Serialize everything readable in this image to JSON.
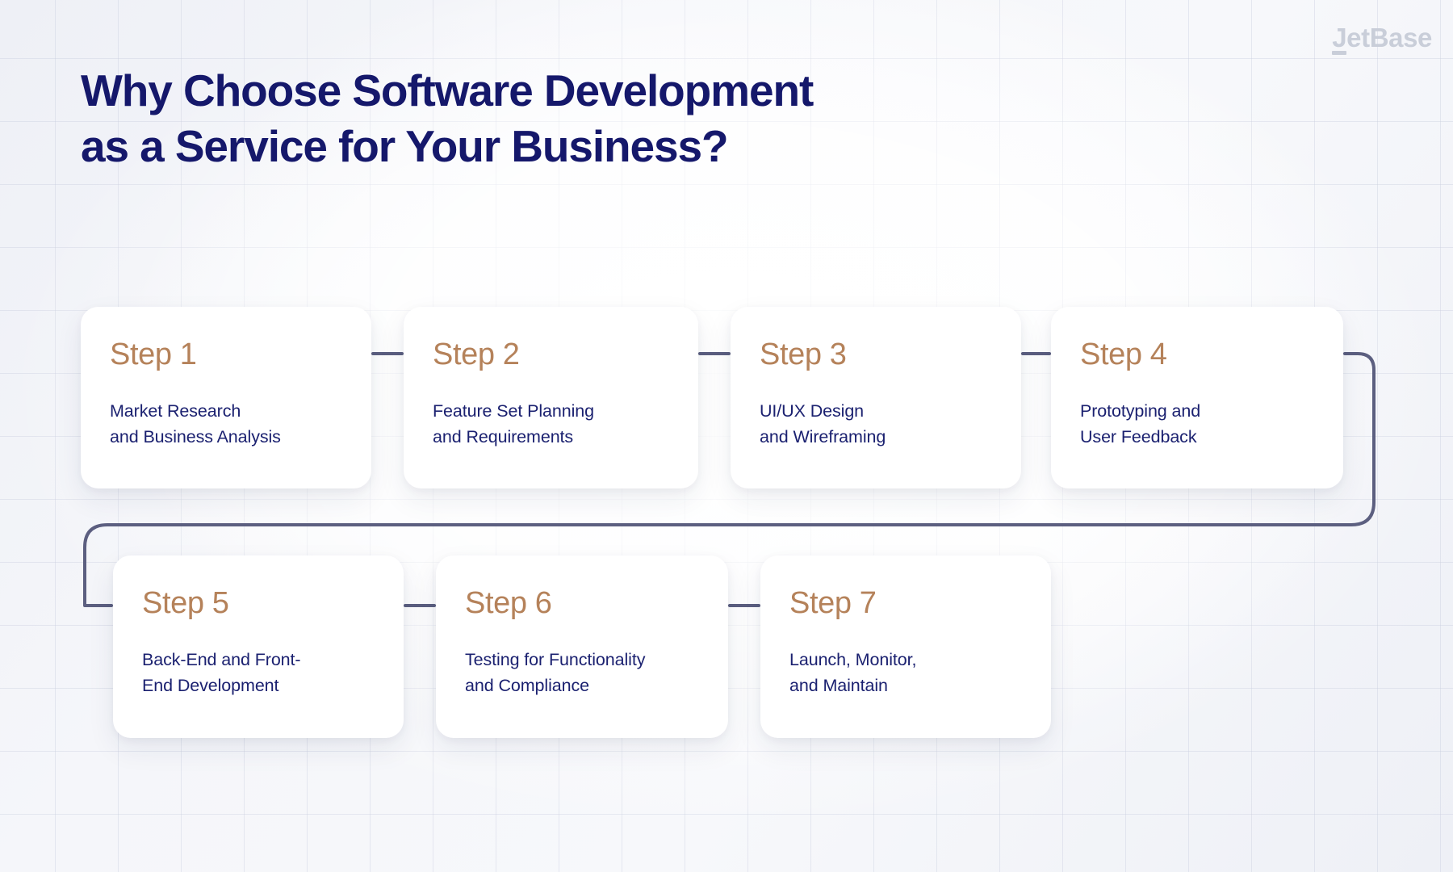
{
  "logo": {
    "text_lead": "J",
    "text_rest": "etBase",
    "full": "JetBase",
    "color": "#c9ced9"
  },
  "heading": {
    "line1": "Why Choose Software Development",
    "line2": "as a Service for Your Business?",
    "color": "#15186b"
  },
  "colors": {
    "step_label": "#b5825a",
    "step_desc": "#1b2170",
    "connector": "#5c5f80",
    "card_bg": "#ffffff",
    "page_bg": "#f4f5f9",
    "grid_line": "#c8cdde"
  },
  "steps": [
    {
      "id": "step-1",
      "label": "Step 1",
      "desc_line1": "Market Research",
      "desc_line2": "and Business Analysis"
    },
    {
      "id": "step-2",
      "label": "Step 2",
      "desc_line1": "Feature Set Planning",
      "desc_line2": "and Requirements"
    },
    {
      "id": "step-3",
      "label": "Step 3",
      "desc_line1": "UI/UX Design",
      "desc_line2": "and Wireframing"
    },
    {
      "id": "step-4",
      "label": "Step 4",
      "desc_line1": "Prototyping and",
      "desc_line2": "User Feedback"
    },
    {
      "id": "step-5",
      "label": "Step 5",
      "desc_line1": "Back-End and Front-",
      "desc_line2": "End Development"
    },
    {
      "id": "step-6",
      "label": "Step 6",
      "desc_line1": "Testing for Functionality",
      "desc_line2": "and Compliance"
    },
    {
      "id": "step-7",
      "label": "Step 7",
      "desc_line1": "Launch, Monitor,",
      "desc_line2": "and Maintain"
    }
  ]
}
